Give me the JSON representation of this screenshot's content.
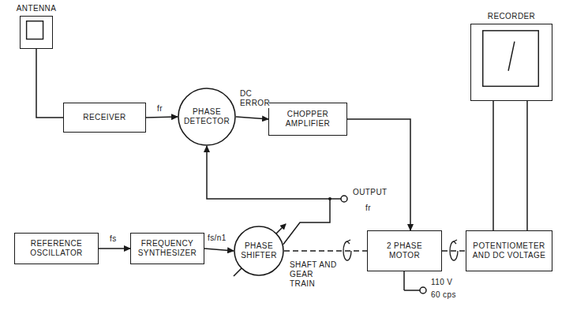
{
  "diagram": {
    "nodes": [
      {
        "text": [
          "ANTENNA"
        ]
      },
      {
        "text": [
          "RECEIVER"
        ]
      },
      {
        "text": [
          "PHASE DETECTOR"
        ]
      },
      {
        "text": [
          "CHOPPER AMPLIFIER"
        ]
      },
      {
        "text": [
          "RECORDER"
        ]
      },
      {
        "text": [
          "REFERENCE OSCILLATOR"
        ]
      },
      {
        "text": [
          "FREQUENCY SYNTHESIZER"
        ]
      },
      {
        "text": [
          "PHASE SHIFTER"
        ]
      },
      {
        "text": [
          "2 PHASE MOTOR"
        ]
      },
      {
        "text": [
          "POTENTIOMETER AND DC VOLTAGE"
        ]
      }
    ],
    "edges": [
      {
        "from": 0,
        "to": 1,
        "arrow": "none"
      },
      {
        "from": 1,
        "to": 2,
        "label": "fr",
        "arrow": "to"
      },
      {
        "from": 2,
        "to": 3,
        "label": "DC ERROR",
        "arrow": "to"
      },
      {
        "from": 3,
        "to": 8,
        "arrow": "to"
      },
      {
        "from": 5,
        "to": 6,
        "label": "fs",
        "arrow": "to"
      },
      {
        "from": 6,
        "to": 7,
        "label": "fs/n1",
        "arrow": "to"
      },
      {
        "from": 7,
        "to": 2,
        "arrow": "to"
      },
      {
        "from": 7,
        "to": 8,
        "label": "SHAFT AND GEAR TRAIN",
        "arrow": "none"
      },
      {
        "from": 8,
        "to": 9,
        "arrow": "none"
      },
      {
        "from": 9,
        "to": 4,
        "arrow": "none"
      }
    ],
    "labels": [
      "OUTPUT",
      "fr",
      "110 V",
      "60 cps"
    ]
  }
}
